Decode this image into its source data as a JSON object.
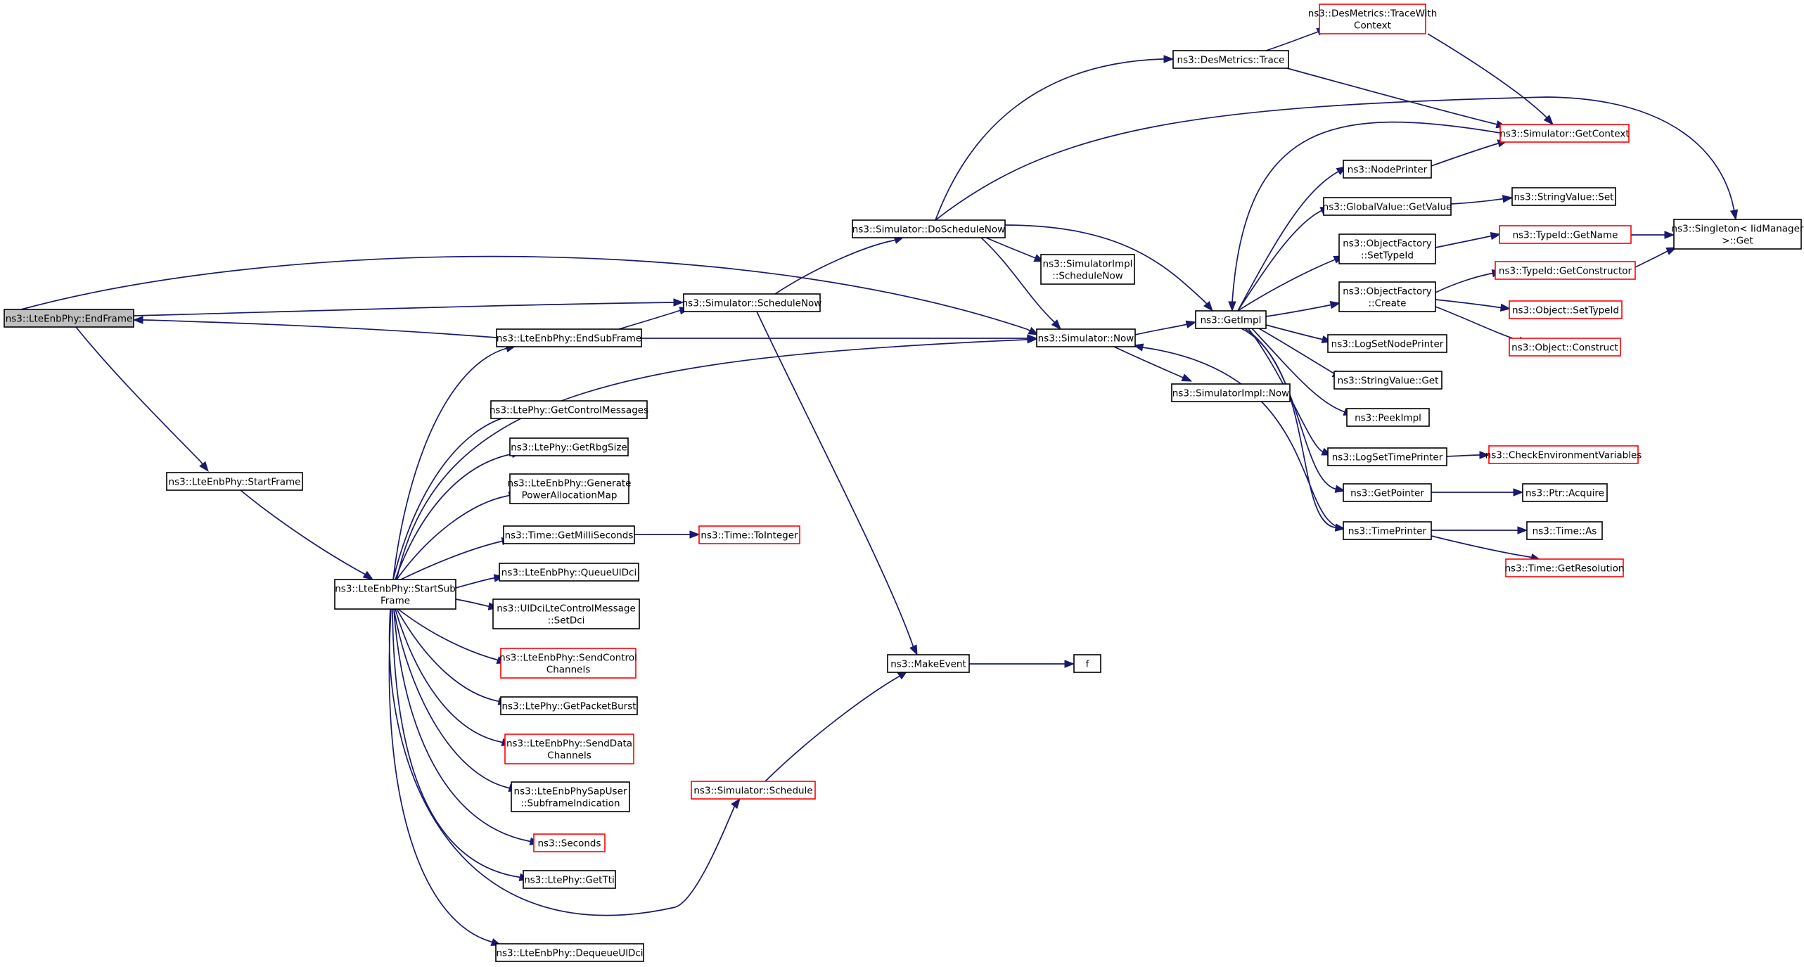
{
  "graph": {
    "colors": {
      "edge": "#191970",
      "node_border": "#000000",
      "truncated_border": "#ff0000",
      "root_fill": "#bfbfbf",
      "node_fill": "#ffffff"
    },
    "nodes": {
      "endframe": {
        "lines": [
          "ns3::LteEnbPhy::EndFrame"
        ],
        "root": true
      },
      "startframe": {
        "lines": [
          "ns3::LteEnbPhy::StartFrame"
        ]
      },
      "startsubframe": {
        "lines": [
          "ns3::LteEnbPhy::StartSub",
          "Frame"
        ]
      },
      "endsubframe": {
        "lines": [
          "ns3::LteEnbPhy::EndSubFrame"
        ]
      },
      "getcontrolmessages": {
        "lines": [
          "ns3::LtePhy::GetControlMessages"
        ]
      },
      "getrbgsize": {
        "lines": [
          "ns3::LtePhy::GetRbgSize"
        ]
      },
      "generatepowermap": {
        "lines": [
          "ns3::LteEnbPhy::Generate",
          "PowerAllocationMap"
        ]
      },
      "getmilliseconds": {
        "lines": [
          "ns3::Time::GetMilliSeconds"
        ]
      },
      "queueuldci": {
        "lines": [
          "ns3::LteEnbPhy::QueueUlDci"
        ]
      },
      "setdci": {
        "lines": [
          "ns3::UlDciLteControlMessage",
          "::SetDci"
        ]
      },
      "sendcontrolchannels": {
        "lines": [
          "ns3::LteEnbPhy::SendControl",
          "Channels"
        ],
        "truncated": true
      },
      "getpacketburst": {
        "lines": [
          "ns3::LtePhy::GetPacketBurst"
        ]
      },
      "senddatachannels": {
        "lines": [
          "ns3::LteEnbPhy::SendData",
          "Channels"
        ],
        "truncated": true
      },
      "subframeindication": {
        "lines": [
          "ns3::LteEnbPhySapUser",
          "::SubframeIndication"
        ]
      },
      "seconds": {
        "lines": [
          "ns3::Seconds"
        ],
        "truncated": true
      },
      "gettti": {
        "lines": [
          "ns3::LtePhy::GetTti"
        ]
      },
      "dequeueuldci": {
        "lines": [
          "ns3::LteEnbPhy::DequeueUlDci"
        ]
      },
      "tointeger": {
        "lines": [
          "ns3::Time::ToInteger"
        ],
        "truncated": true
      },
      "schedulenow": {
        "lines": [
          "ns3::Simulator::ScheduleNow"
        ]
      },
      "doschedulenow": {
        "lines": [
          "ns3::Simulator::DoScheduleNow"
        ]
      },
      "makeevent": {
        "lines": [
          "ns3::MakeEvent"
        ]
      },
      "schedule": {
        "lines": [
          "ns3::Simulator::Schedule"
        ],
        "truncated": true
      },
      "f": {
        "lines": [
          "f"
        ]
      },
      "simimplschedulenow": {
        "lines": [
          "ns3::SimulatorImpl",
          "::ScheduleNow"
        ]
      },
      "simnow": {
        "lines": [
          "ns3::Simulator::Now"
        ]
      },
      "desmetricstrace": {
        "lines": [
          "ns3::DesMetrics::Trace"
        ]
      },
      "tracewithcontext": {
        "lines": [
          "ns3::DesMetrics::TraceWith",
          "Context"
        ],
        "truncated": true
      },
      "getimpl": {
        "lines": [
          "ns3::GetImpl"
        ]
      },
      "simimplnow": {
        "lines": [
          "ns3::SimulatorImpl::Now"
        ]
      },
      "getcontext": {
        "lines": [
          "ns3::Simulator::GetContext"
        ],
        "truncated": true
      },
      "nodeprinter": {
        "lines": [
          "ns3::NodePrinter"
        ]
      },
      "globalvaluegetvalue": {
        "lines": [
          "ns3::GlobalValue::GetValue"
        ]
      },
      "stringvalueset": {
        "lines": [
          "ns3::StringValue::Set"
        ]
      },
      "ofsettypeid": {
        "lines": [
          "ns3::ObjectFactory",
          "::SetTypeId"
        ]
      },
      "typeidgetname": {
        "lines": [
          "ns3::TypeId::GetName"
        ],
        "truncated": true
      },
      "singletonget": {
        "lines": [
          "ns3::Singleton< IidManager",
          " >::Get"
        ]
      },
      "ofcreate": {
        "lines": [
          "ns3::ObjectFactory",
          "::Create"
        ]
      },
      "typeidgetconstructor": {
        "lines": [
          "ns3::TypeId::GetConstructor"
        ],
        "truncated": true
      },
      "objectsettypeid": {
        "lines": [
          "ns3::Object::SetTypeId"
        ],
        "truncated": true
      },
      "objectconstruct": {
        "lines": [
          "ns3::Object::Construct"
        ],
        "truncated": true
      },
      "logsetnodeprinter": {
        "lines": [
          "ns3::LogSetNodePrinter"
        ]
      },
      "stringvalueget": {
        "lines": [
          "ns3::StringValue::Get"
        ]
      },
      "peekimpl": {
        "lines": [
          "ns3::PeekImpl"
        ]
      },
      "logsettimeprinter": {
        "lines": [
          "ns3::LogSetTimePrinter"
        ]
      },
      "checkenv": {
        "lines": [
          "ns3::CheckEnvironmentVariables"
        ],
        "truncated": true
      },
      "getpointer": {
        "lines": [
          "ns3::GetPointer"
        ]
      },
      "ptracquire": {
        "lines": [
          "ns3::Ptr::Acquire"
        ]
      },
      "timeprinter": {
        "lines": [
          "ns3::TimePrinter"
        ]
      },
      "timeas": {
        "lines": [
          "ns3::Time::As"
        ]
      },
      "timegetresolution": {
        "lines": [
          "ns3::Time::GetResolution"
        ],
        "truncated": true
      }
    },
    "edges": [
      [
        "endframe",
        "startframe"
      ],
      [
        "endframe",
        "schedulenow"
      ],
      [
        "endframe",
        "simnow"
      ],
      [
        "startframe",
        "startsubframe"
      ],
      [
        "startsubframe",
        "endsubframe"
      ],
      [
        "startsubframe",
        "getcontrolmessages"
      ],
      [
        "startsubframe",
        "getrbgsize"
      ],
      [
        "startsubframe",
        "generatepowermap"
      ],
      [
        "startsubframe",
        "getmilliseconds"
      ],
      [
        "startsubframe",
        "queueuldci"
      ],
      [
        "startsubframe",
        "setdci"
      ],
      [
        "startsubframe",
        "sendcontrolchannels"
      ],
      [
        "startsubframe",
        "getpacketburst"
      ],
      [
        "startsubframe",
        "senddatachannels"
      ],
      [
        "startsubframe",
        "subframeindication"
      ],
      [
        "startsubframe",
        "seconds"
      ],
      [
        "startsubframe",
        "gettti"
      ],
      [
        "startsubframe",
        "dequeueuldci"
      ],
      [
        "startsubframe",
        "schedule"
      ],
      [
        "startsubframe",
        "simnow"
      ],
      [
        "endsubframe",
        "endframe"
      ],
      [
        "endsubframe",
        "schedulenow"
      ],
      [
        "endsubframe",
        "simnow"
      ],
      [
        "getmilliseconds",
        "tointeger"
      ],
      [
        "schedulenow",
        "doschedulenow"
      ],
      [
        "schedulenow",
        "makeevent"
      ],
      [
        "schedule",
        "makeevent"
      ],
      [
        "makeevent",
        "f"
      ],
      [
        "doschedulenow",
        "desmetricstrace"
      ],
      [
        "doschedulenow",
        "singletonget"
      ],
      [
        "doschedulenow",
        "simimplschedulenow"
      ],
      [
        "doschedulenow",
        "simnow"
      ],
      [
        "doschedulenow",
        "getimpl"
      ],
      [
        "desmetricstrace",
        "tracewithcontext"
      ],
      [
        "desmetricstrace",
        "getcontext"
      ],
      [
        "tracewithcontext",
        "getcontext"
      ],
      [
        "simnow",
        "getimpl"
      ],
      [
        "simnow",
        "simimplnow"
      ],
      [
        "getcontext",
        "getimpl"
      ],
      [
        "getimpl",
        "nodeprinter"
      ],
      [
        "getimpl",
        "globalvaluegetvalue"
      ],
      [
        "getimpl",
        "ofsettypeid"
      ],
      [
        "getimpl",
        "ofcreate"
      ],
      [
        "getimpl",
        "logsetnodeprinter"
      ],
      [
        "getimpl",
        "stringvalueget"
      ],
      [
        "getimpl",
        "peekimpl"
      ],
      [
        "getimpl",
        "logsettimeprinter"
      ],
      [
        "getimpl",
        "getpointer"
      ],
      [
        "getimpl",
        "timeprinter"
      ],
      [
        "nodeprinter",
        "getcontext"
      ],
      [
        "globalvaluegetvalue",
        "stringvalueset"
      ],
      [
        "ofsettypeid",
        "typeidgetname"
      ],
      [
        "typeidgetname",
        "singletonget"
      ],
      [
        "ofcreate",
        "typeidgetconstructor"
      ],
      [
        "ofcreate",
        "objectsettypeid"
      ],
      [
        "ofcreate",
        "objectconstruct"
      ],
      [
        "typeidgetconstructor",
        "singletonget"
      ],
      [
        "logsettimeprinter",
        "checkenv"
      ],
      [
        "getpointer",
        "ptracquire"
      ],
      [
        "timeprinter",
        "simnow"
      ],
      [
        "timeprinter",
        "timeas"
      ],
      [
        "timeprinter",
        "timegetresolution"
      ]
    ]
  }
}
